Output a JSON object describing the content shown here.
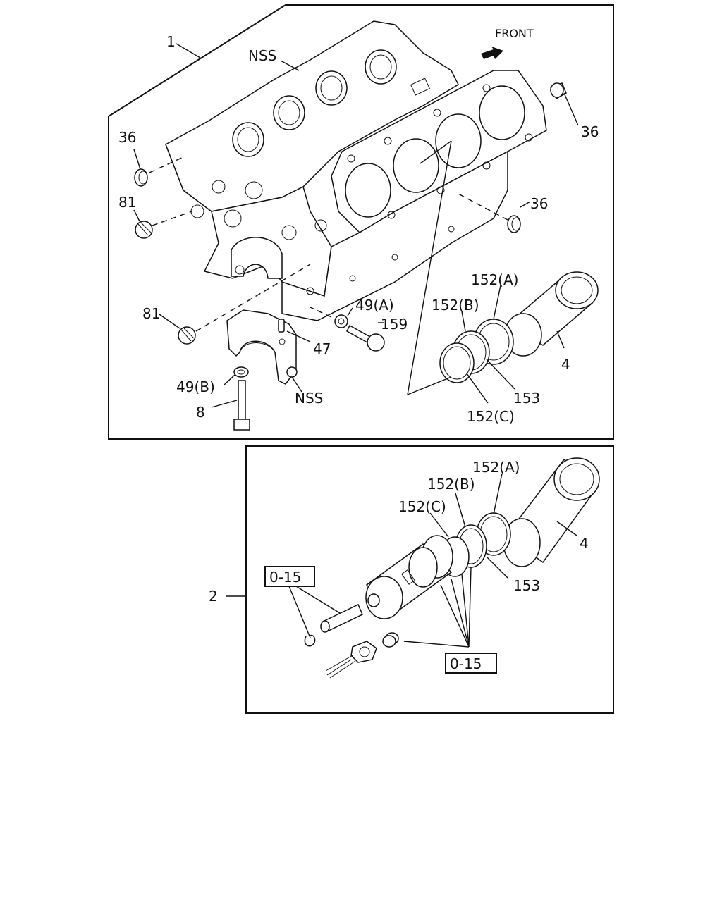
{
  "upper": {
    "front": "FRONT",
    "labels": {
      "l1": "1",
      "nss_top": "NSS",
      "l36_left": "36",
      "l36_right_top": "36",
      "l36_right": "36",
      "l81_top": "81",
      "l81_bottom": "81",
      "l49a": "49(A)",
      "l159": "159",
      "l47": "47",
      "l49b": "49(B)",
      "l8": "8",
      "nss_bottom": "NSS",
      "l152a": "152(A)",
      "l152b": "152(B)",
      "l152c": "152(C)",
      "l153": "153",
      "l4": "4"
    }
  },
  "lower": {
    "labels": {
      "l2": "2",
      "l152a": "152(A)",
      "l152b": "152(B)",
      "l152c": "152(C)",
      "l153": "153",
      "l4": "4",
      "ref_left": "0-15",
      "ref_right": "0-15"
    }
  }
}
